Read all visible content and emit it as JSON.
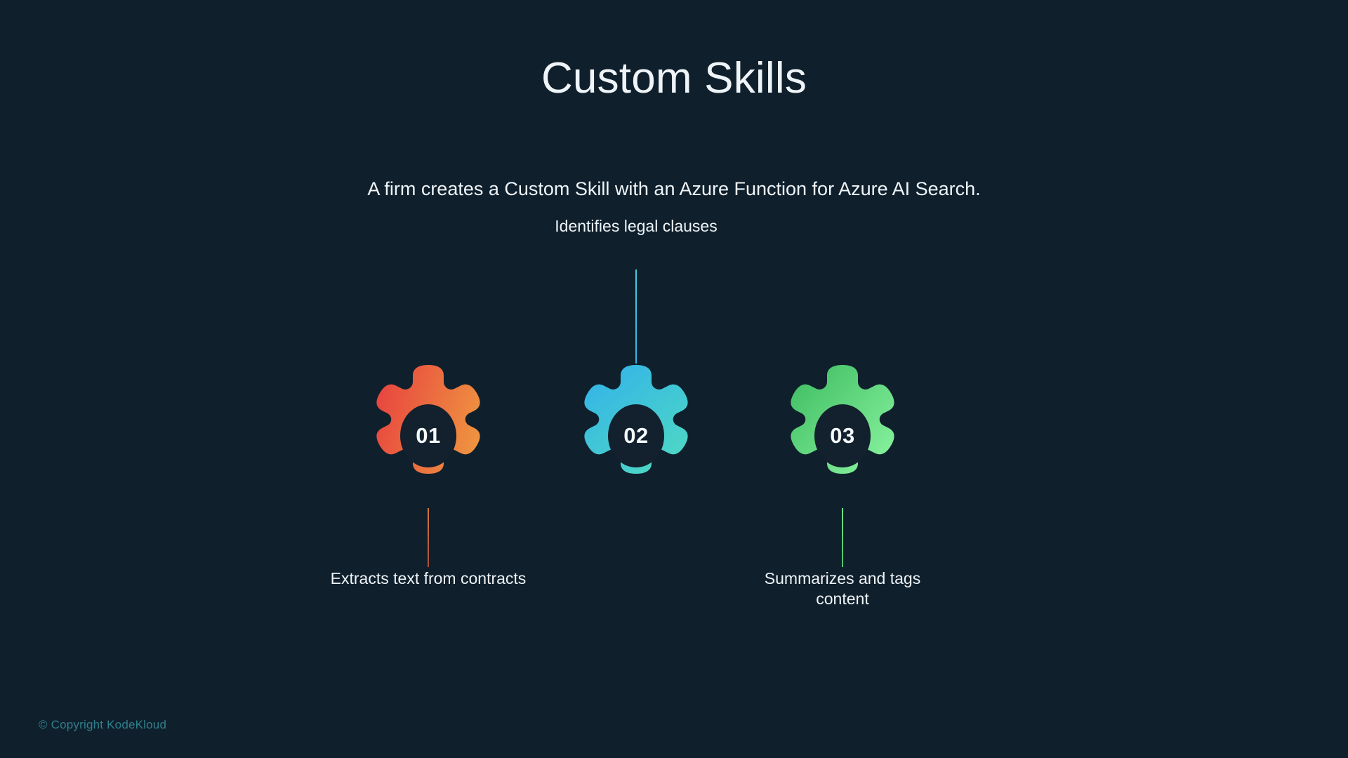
{
  "slide": {
    "title": "Custom Skills",
    "subtitle": "A firm creates a Custom Skill with an Azure Function for Azure AI Search.",
    "background_color": "#101f2c",
    "text_color": "#eef4f7"
  },
  "steps": [
    {
      "number": "01",
      "caption": "Extracts text from contracts",
      "caption_position": "below",
      "gradient_from": "#e8473f",
      "gradient_to": "#ef9440",
      "stem_color": "#b4603e",
      "hub_color": "#13202d"
    },
    {
      "number": "02",
      "caption": "Identifies legal clauses",
      "caption_position": "above",
      "gradient_from": "#33b4e8",
      "gradient_to": "#4fd9c3",
      "stem_color": "#3fc7d8",
      "hub_color": "#13202d"
    },
    {
      "number": "03",
      "caption": "Summarizes and tags content",
      "caption_position": "below",
      "gradient_from": "#44c167",
      "gradient_to": "#85f09b",
      "stem_color": "#54c876",
      "hub_color": "#13202d"
    }
  ],
  "footer": {
    "copyright": "© Copyright KodeKloud",
    "color": "#2f7f8c"
  }
}
